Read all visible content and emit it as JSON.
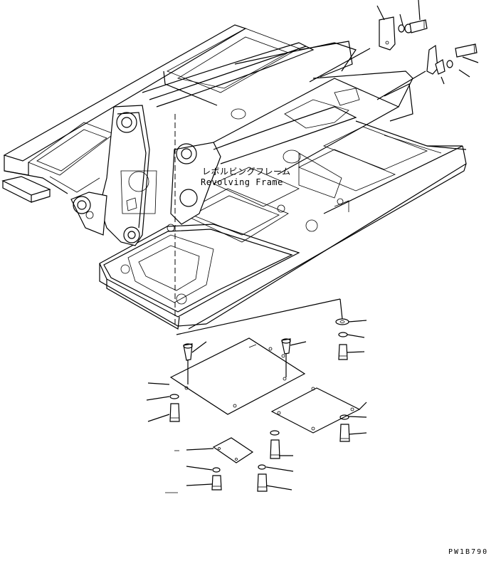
{
  "title_jp": "レボルビングフレーム",
  "title_en": "Revolving Frame",
  "figure_code": "PW1B790",
  "colors": {
    "line": "#000000",
    "background": "#ffffff"
  }
}
